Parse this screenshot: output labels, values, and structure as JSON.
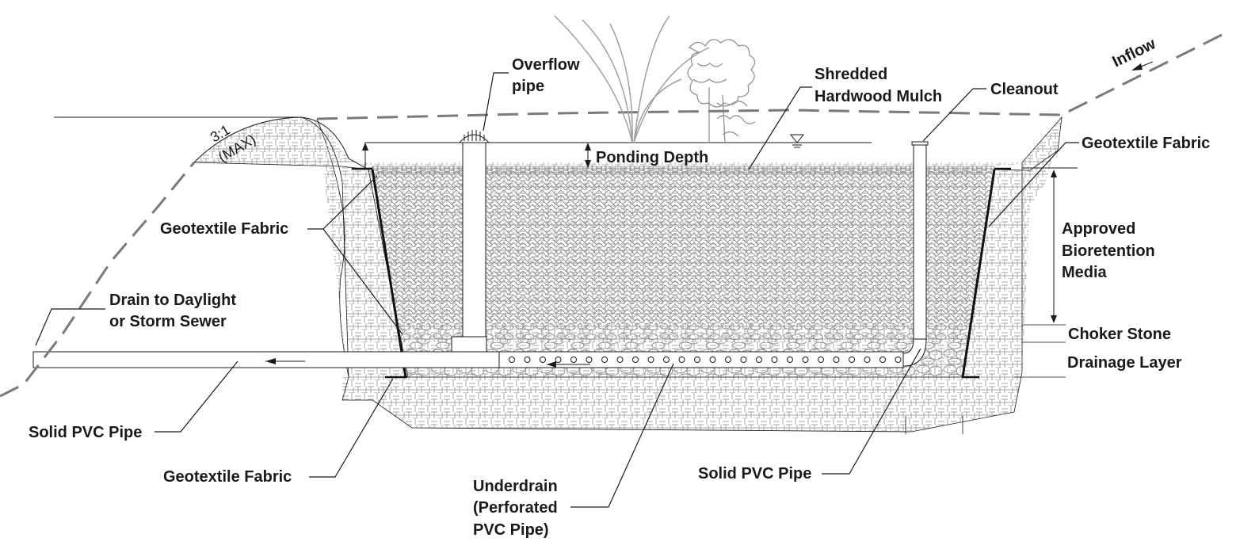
{
  "labels": {
    "overflow_pipe_1": "Overflow",
    "overflow_pipe_2": "pipe",
    "shredded_1": "Shredded",
    "shredded_2": "Hardwood Mulch",
    "cleanout": "Cleanout",
    "inflow": "Inflow",
    "geotextile_right": "Geotextile Fabric",
    "ponding_depth": "Ponding Depth",
    "slope_ratio": "3:1",
    "slope_max": "(MAX)",
    "geotextile_left": "Geotextile Fabric",
    "approved_1": "Approved",
    "approved_2": "Bioretention",
    "approved_3": "Media",
    "drain_1": "Drain to Daylight",
    "drain_2": "or Storm Sewer",
    "choker_stone": "Choker Stone",
    "drainage_layer": "Drainage Layer",
    "solid_pvc_left": "Solid PVC Pipe",
    "geotextile_bottom": "Geotextile Fabric",
    "solid_pvc_right": "Solid PVC Pipe",
    "underdrain_1": "Underdrain",
    "underdrain_2": "(Perforated",
    "underdrain_3": "PVC Pipe)"
  },
  "colors": {
    "line": "#1a1a1a",
    "hatch": "#9a9a9a",
    "grade_dash": "#7a7a7a",
    "plant": "#a0a0a0"
  }
}
